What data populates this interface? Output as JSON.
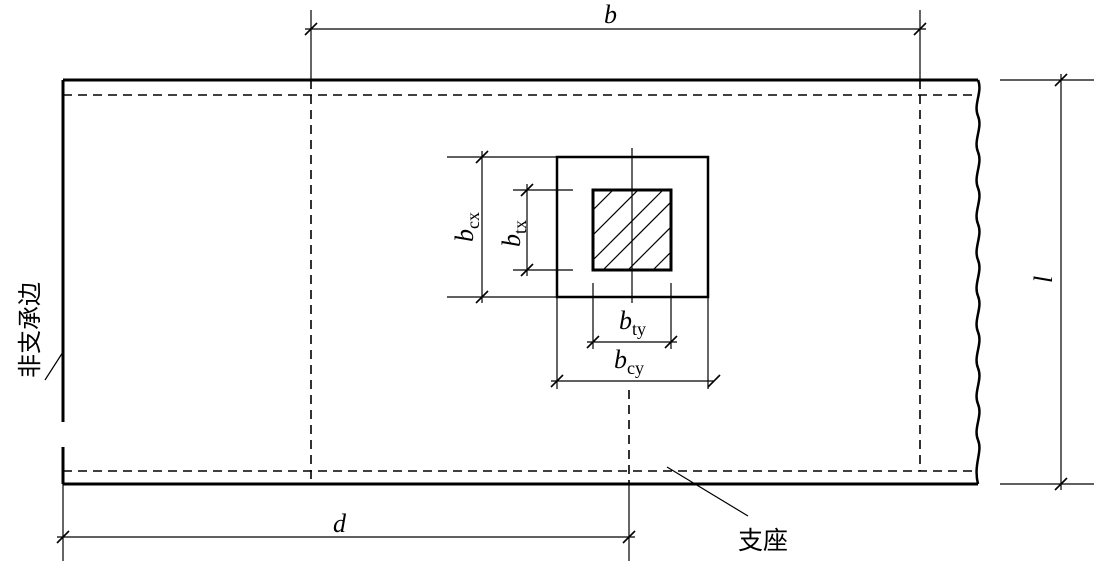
{
  "labels": {
    "width": "b",
    "length": "l",
    "distance": "d",
    "bcx_main": "b",
    "bcx_sub": "cx",
    "btx_main": "b",
    "btx_sub": "tx",
    "bty_main": "b",
    "bty_sub": "ty",
    "bcy_main": "b",
    "bcy_sub": "cy"
  },
  "annotations": {
    "free_edge": "非支承边",
    "support": "支座"
  }
}
